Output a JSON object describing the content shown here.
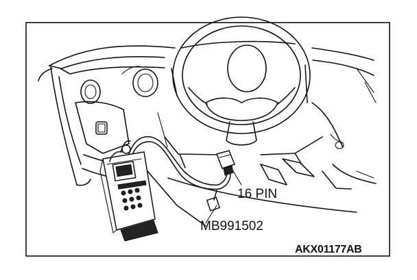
{
  "diagram": {
    "labels": {
      "connector": "16 PIN",
      "tool_part_number": "MB991502",
      "figure_code": "AKX01177AB"
    }
  }
}
